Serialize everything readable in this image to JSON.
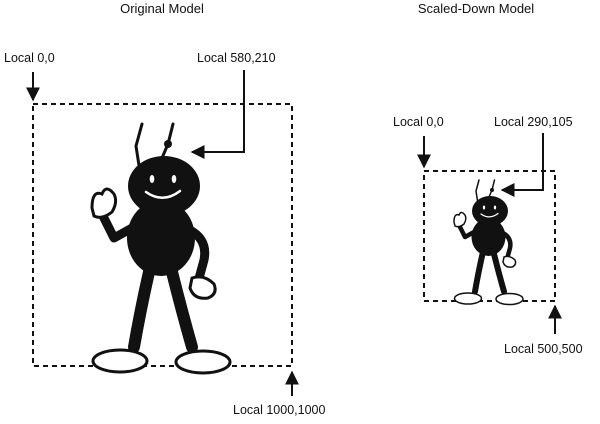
{
  "panels": {
    "original": {
      "title": "Original Model",
      "origin_label": "Local 0,0",
      "point_label": "Local 580,210",
      "extent_label": "Local 1000,1000"
    },
    "scaled": {
      "title": "Scaled-Down Model",
      "origin_label": "Local 0,0",
      "point_label": "Local 290,105",
      "extent_label": "Local 500,500"
    }
  },
  "colors": {
    "ink": "#111111",
    "background": "#ffffff"
  }
}
